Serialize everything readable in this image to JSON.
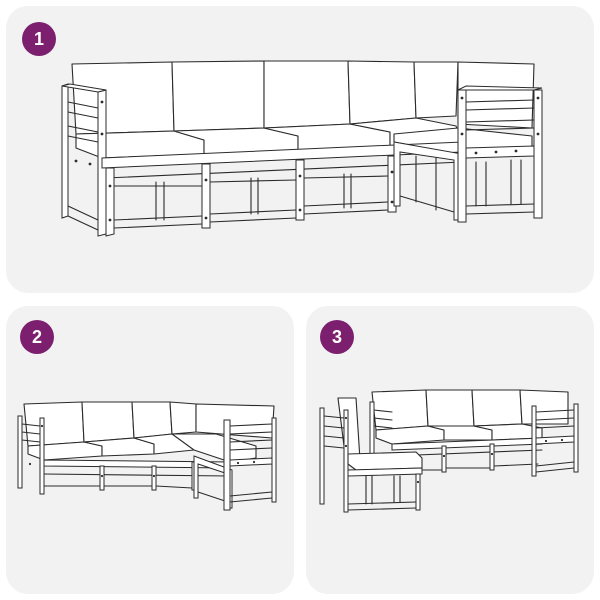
{
  "steps": [
    {
      "number": "1"
    },
    {
      "number": "2"
    },
    {
      "number": "3"
    }
  ],
  "colors": {
    "badge": "#7b1f6e",
    "panel_background": "#f2f2f2",
    "line_art": "#2b2b2b"
  }
}
